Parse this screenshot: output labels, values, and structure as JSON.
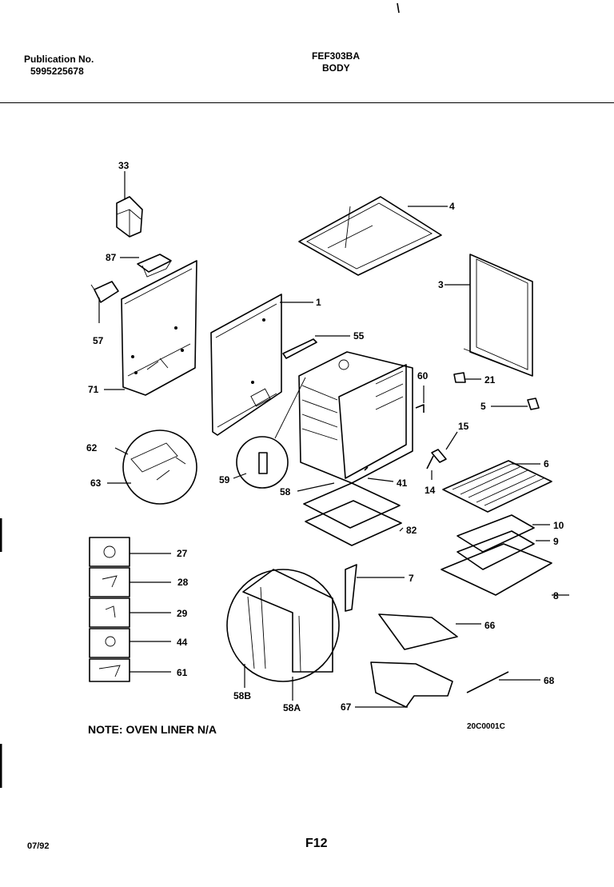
{
  "header": {
    "publication_label": "Publication No.",
    "publication_number": "5995225678",
    "model": "FEF303BA",
    "section": "BODY"
  },
  "footer": {
    "note": "NOTE: OVEN LINER N/A",
    "drawing_code": "20C0001C",
    "page": "F12",
    "date": "07/92"
  },
  "callouts": {
    "c33": "33",
    "c87": "87",
    "c57": "57",
    "c71": "71",
    "c1": "1",
    "c55": "55",
    "c4": "4",
    "c3": "3",
    "c21": "21",
    "c5": "5",
    "c60": "60",
    "c15": "15",
    "c14": "14",
    "c6": "6",
    "c62": "62",
    "c63": "63",
    "c59": "59",
    "c58": "58",
    "c41": "41",
    "c82": "82",
    "c10": "10",
    "c9": "9",
    "c8": "8",
    "c27": "27",
    "c28": "28",
    "c29": "29",
    "c44": "44",
    "c61": "61",
    "c7": "7",
    "c66": "66",
    "c68": "68",
    "c67": "67",
    "c58b": "58B",
    "c58a": "58A"
  }
}
